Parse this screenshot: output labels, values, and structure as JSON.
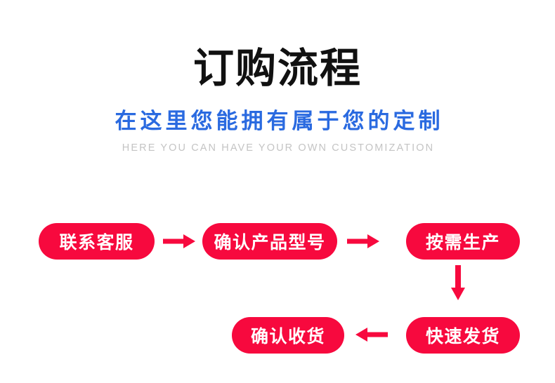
{
  "header": {
    "title_cn": "订购流程",
    "subtitle_cn": "在这里您能拥有属于您的定制",
    "subtitle_en": "HERE YOU CAN HAVE YOUR OWN CUSTOMIZATION"
  },
  "colors": {
    "red": "#f7093e",
    "blue": "#2a6ae0",
    "title_black": "#111111",
    "subtitle_gray": "#c4c4c4",
    "background": "#ffffff"
  },
  "flow": {
    "steps": [
      {
        "id": "contact",
        "label": "联系客服",
        "row": "top",
        "order": 1
      },
      {
        "id": "confirm",
        "label": "确认产品型号",
        "row": "top",
        "order": 2
      },
      {
        "id": "produce",
        "label": "按需生产",
        "row": "top",
        "order": 3
      },
      {
        "id": "shipping",
        "label": "快速发货",
        "row": "bottom",
        "order": 4
      },
      {
        "id": "receipt",
        "label": "确认收货",
        "row": "bottom",
        "order": 5
      }
    ],
    "connectors": [
      {
        "id": "c1",
        "direction": "right",
        "from": "contact",
        "to": "confirm"
      },
      {
        "id": "c2",
        "direction": "right",
        "from": "confirm",
        "to": "produce"
      },
      {
        "id": "c3",
        "direction": "down",
        "from": "produce",
        "to": "shipping"
      },
      {
        "id": "c4",
        "direction": "left",
        "from": "shipping",
        "to": "receipt"
      }
    ]
  }
}
